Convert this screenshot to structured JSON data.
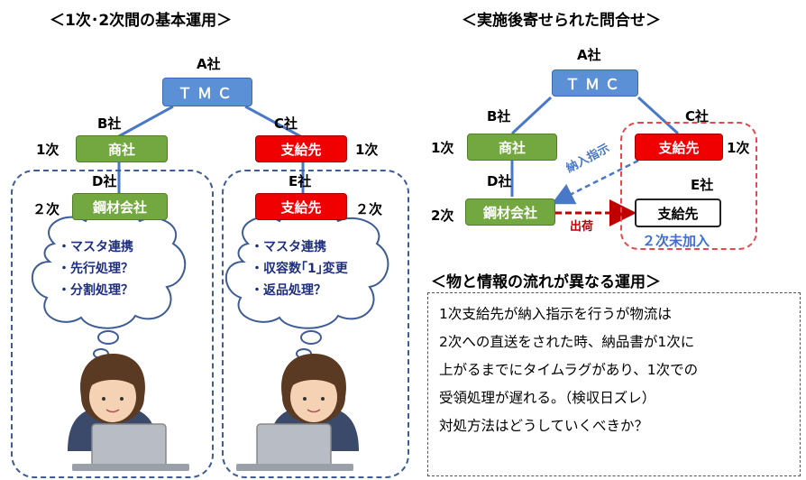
{
  "left": {
    "title": "＜1次･2次間の基本運用＞",
    "company_a": "A社",
    "tmc": "ＴＭＣ",
    "company_b": "B社",
    "company_c": "C社",
    "company_d": "D社",
    "company_e": "E社",
    "tier1_left": "1次",
    "tier1_right": "1次",
    "tier2_left": "２次",
    "tier2_right": "２次",
    "trading_co": "商社",
    "supplier_c": "支給先",
    "steel_co": "鋼材会社",
    "supplier_e": "支給先",
    "cloud_left": [
      "・マスタ連携",
      "・先行処理？",
      "・分割処理？"
    ],
    "cloud_right": [
      "・マスタ連携",
      "・収容数｢1｣変更",
      "・返品処理？"
    ]
  },
  "right": {
    "title": "＜実施後寄せられた問合せ＞",
    "company_a": "A社",
    "tmc": "ＴＭＣ",
    "company_b": "B社",
    "company_c": "C社",
    "company_d": "D社",
    "company_e": "E社",
    "tier1_left": "1次",
    "tier1_right": "1次",
    "tier2_left": "2次",
    "trading_co": "商社",
    "supplier_c": "支給先",
    "steel_co": "鋼材会社",
    "supplier_e": "支給先",
    "delivery_instruction": "納入指示",
    "shipment": "出荷",
    "not_joined": "２次未加入"
  },
  "bottom": {
    "title": "＜物と情報の流れが異なる運用＞",
    "lines": [
      "1次支給先が納入指示を行うが物流は",
      "2次への直送をされた時、納品書が1次に",
      "上がるまでにタイムラグがあり、1次での",
      "受領処理が遅れる。（検収日ズレ）",
      "対処方法はどうしていくべきか？"
    ]
  },
  "colors": {
    "tmc": "#5b8fd6",
    "green": "#73a73f",
    "red": "#f00000",
    "connector": "#4a78c8",
    "dash_blue": "#3e5c95",
    "dash_red": "#e8474f",
    "arrow_red": "#c00000"
  }
}
